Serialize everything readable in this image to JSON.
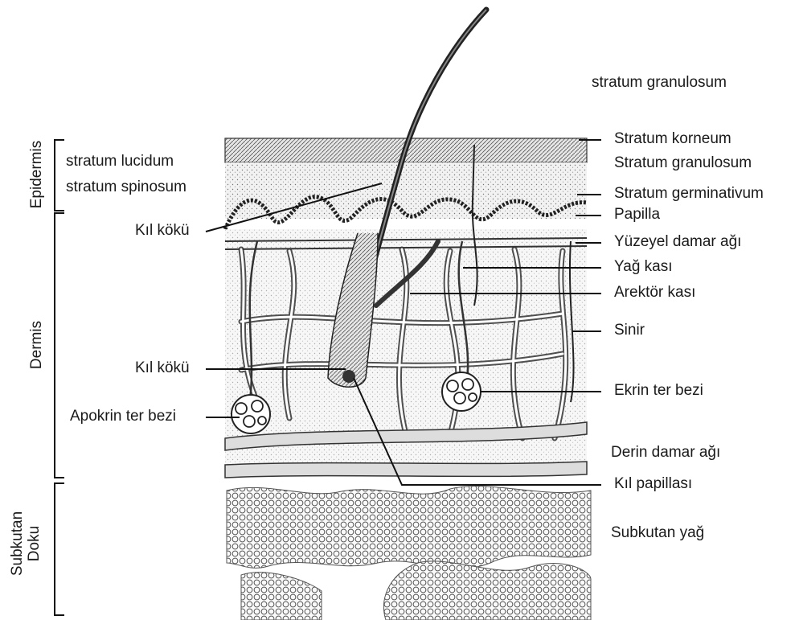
{
  "layers": {
    "epidermis": "Epidermis",
    "dermis": "Dermis",
    "subcutan_line1": "Subkutan",
    "subcutan_line2": "Doku"
  },
  "labels": {
    "top_granulosum": "stratum granulosum",
    "stratum_lucidum": "stratum lucidum",
    "stratum_spinosum": "stratum spinosum",
    "kil_koku_1": "Kıl kökü",
    "kil_koku_2": "Kıl kökü",
    "apokrin": "Apokrin ter bezi",
    "korneum": "Stratum korneum",
    "granulosum": "Stratum granulosum",
    "germinativum": "Stratum germinativum",
    "papilla": "Papilla",
    "yuzeyel": "Yüzeyel damar ağı",
    "yag_kasi": "Yağ kası",
    "arektor": "Arektör kası",
    "sinir": "Sinir",
    "ekrin": "Ekrin ter bezi",
    "derin": "Derin damar ağı",
    "kil_papillasi": "Kıl papillası",
    "subkutan_yag": "Subkutan yağ"
  },
  "colors": {
    "ink": "#1a1a1a",
    "tissue_fill": "#efefef",
    "fat_fill": "#f7f7f7"
  }
}
